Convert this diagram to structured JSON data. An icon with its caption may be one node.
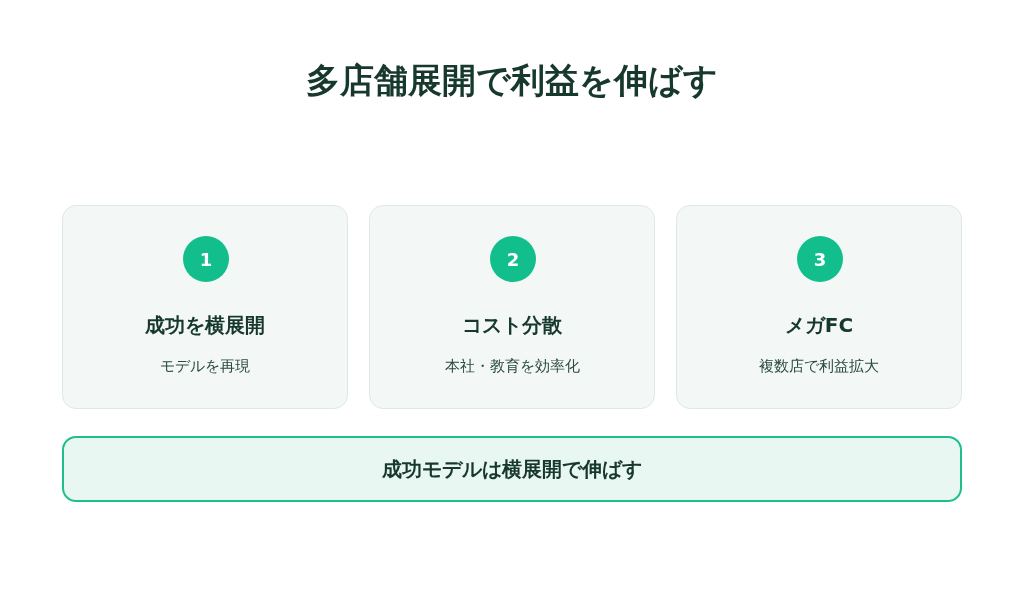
{
  "diagram": {
    "title": "多店舗展開で利益を伸ばす",
    "nodes": [
      {
        "text": [
          "成功を横展開",
          "モデルを再現"
        ]
      },
      {
        "text": [
          "1"
        ],
        "in": 0
      },
      {
        "text": [
          "コスト分散",
          "本社・教育を効率化"
        ]
      },
      {
        "text": [
          "2"
        ],
        "in": 2
      },
      {
        "text": [
          "メガFC",
          "複数店で利益拡大"
        ]
      },
      {
        "text": [
          "3"
        ],
        "in": 4
      },
      {
        "text": [
          "成功モデルは横展開で伸ばす"
        ]
      }
    ]
  }
}
